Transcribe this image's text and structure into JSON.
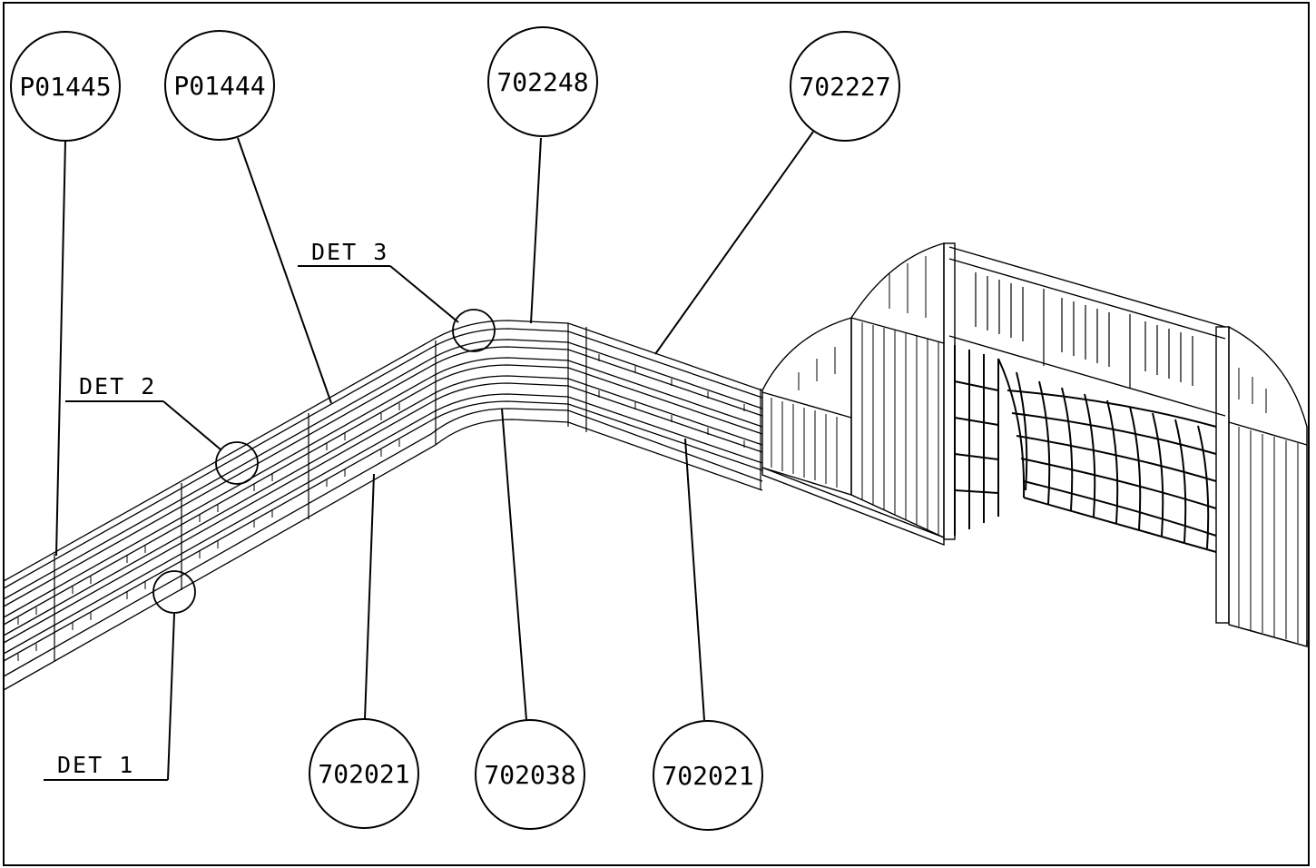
{
  "drawing": {
    "balloons": [
      {
        "id": "b1",
        "label": "P01445"
      },
      {
        "id": "b2",
        "label": "P01444"
      },
      {
        "id": "b3",
        "label": "702248"
      },
      {
        "id": "b4",
        "label": "702227"
      },
      {
        "id": "b5",
        "label": "702021"
      },
      {
        "id": "b6",
        "label": "702038"
      },
      {
        "id": "b7",
        "label": "702021"
      }
    ],
    "details": [
      {
        "id": "d1",
        "label": "DET 1"
      },
      {
        "id": "d2",
        "label": "DET 2"
      },
      {
        "id": "d3",
        "label": "DET 3"
      }
    ]
  },
  "colors": {
    "line": "#000000",
    "background": "#ffffff"
  }
}
